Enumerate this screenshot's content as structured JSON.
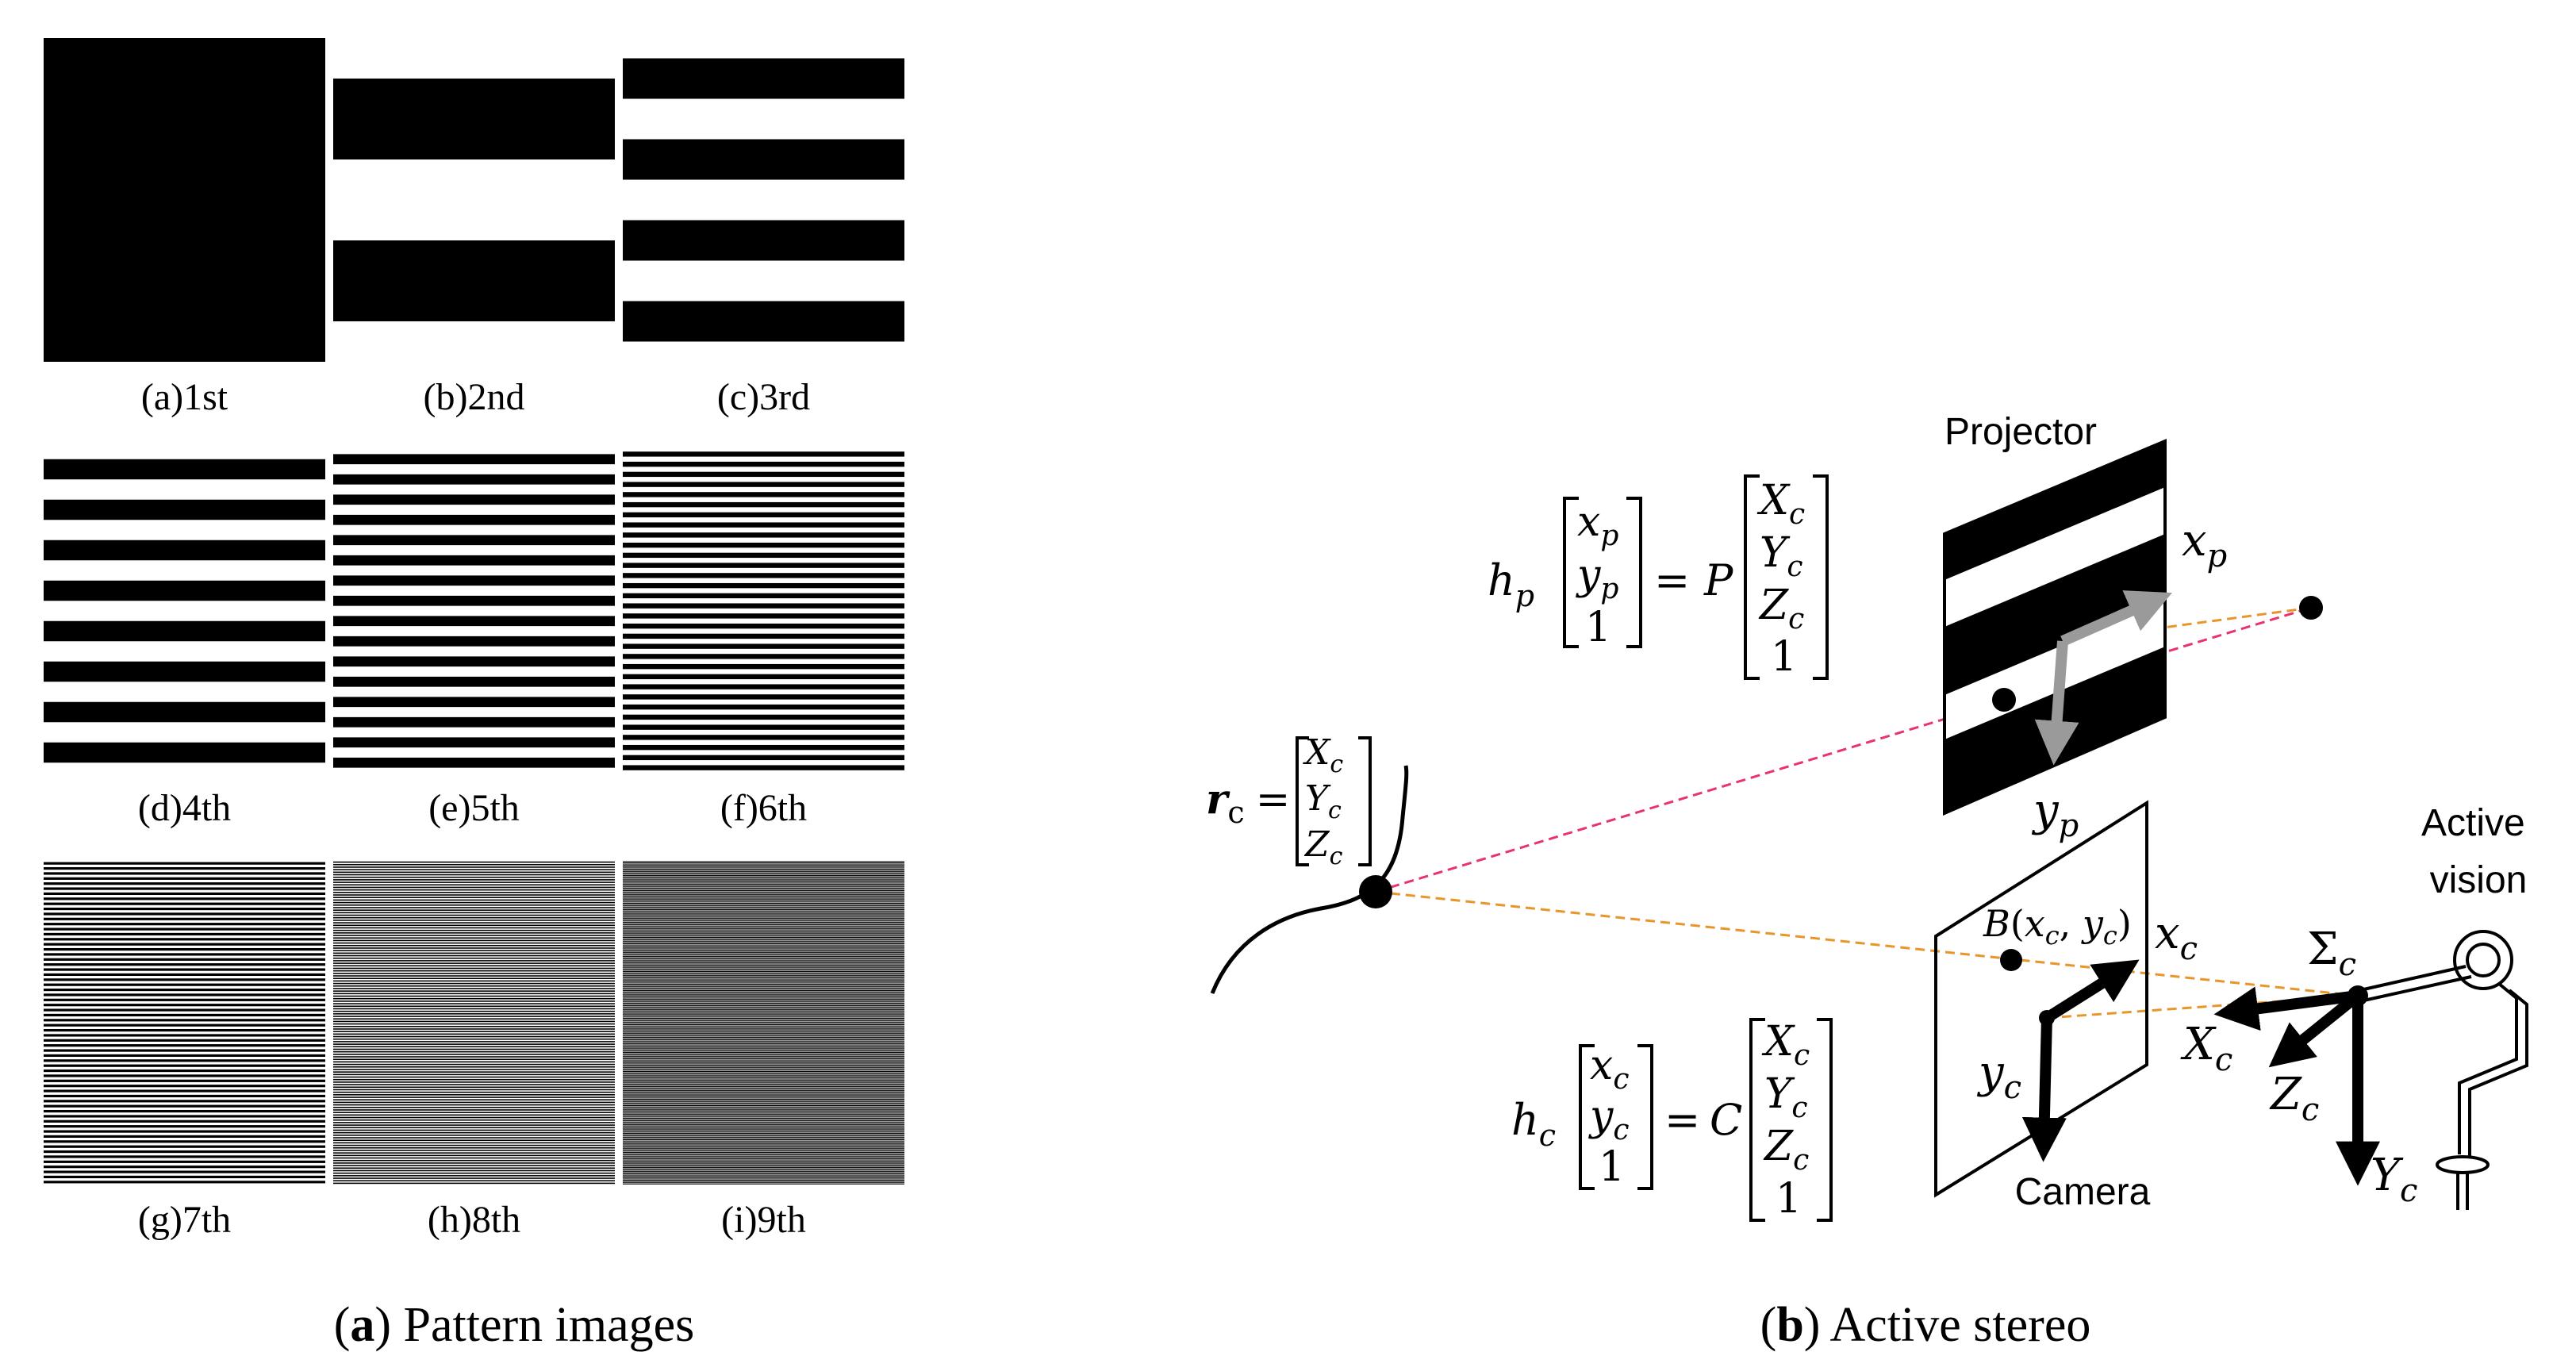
{
  "panel_a": {
    "caption_letter": "a",
    "caption_text": "Pattern images",
    "patterns": [
      {
        "label": "(a)1st",
        "stripes": 1
      },
      {
        "label": "(b)2nd",
        "stripes": 2
      },
      {
        "label": "(c)3rd",
        "stripes": 4
      },
      {
        "label": "(d)4th",
        "stripes": 8
      },
      {
        "label": "(e)5th",
        "stripes": 16
      },
      {
        "label": "(f)6th",
        "stripes": 32
      },
      {
        "label": "(g)7th",
        "stripes": 64
      },
      {
        "label": "(h)8th",
        "stripes": 128
      },
      {
        "label": "(i)9th",
        "stripes": 256
      }
    ]
  },
  "panel_b": {
    "caption_letter": "b",
    "caption_text": "Active stereo",
    "projector_label": "Projector",
    "camera_label": "Camera",
    "active_vision_line1": "Active",
    "active_vision_line2": "vision",
    "rc_symbol": "r",
    "rc_sub": "c",
    "eq_equals": "=",
    "eq_one": "1",
    "eq_projector": {
      "h": "h",
      "h_sub": "p",
      "matrix": "P",
      "x": "x",
      "x_sub": "p",
      "y": "y",
      "y_sub": "p"
    },
    "eq_camera": {
      "h": "h",
      "h_sub": "c",
      "matrix": "C",
      "x": "x",
      "x_sub": "c",
      "y": "y",
      "y_sub": "c"
    },
    "world_vector": {
      "X": "X",
      "Y": "Y",
      "Z": "Z",
      "sub": "c"
    },
    "axis_xp": {
      "sym": "x",
      "sub": "p"
    },
    "axis_yp": {
      "sym": "y",
      "sub": "p"
    },
    "axis_xc": {
      "sym": "x",
      "sub": "c"
    },
    "axis_yc": {
      "sym": "y",
      "sub": "c"
    },
    "axis_Xc": {
      "sym": "X",
      "sub": "c"
    },
    "axis_Yc": {
      "sym": "Y",
      "sub": "c"
    },
    "axis_Zc": {
      "sym": "Z",
      "sub": "c"
    },
    "sigma": {
      "sym": "Σ",
      "sub": "c"
    },
    "point_B": {
      "name": "B",
      "open": "(",
      "x": "x",
      "x_sub": "c",
      "comma": ", ",
      "y": "y",
      "y_sub": "c",
      "close": ")"
    }
  },
  "colors": {
    "projector_ray": "#e8336d",
    "camera_ray": "#e8962a",
    "projector_axis": "#9a9a9a",
    "ink": "#000000"
  }
}
